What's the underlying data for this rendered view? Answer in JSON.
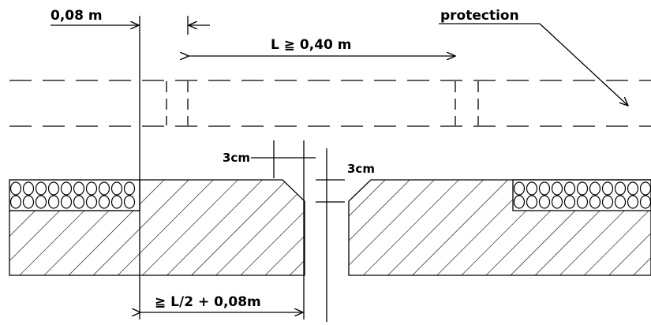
{
  "labels": {
    "cover_offset": "0,08 m",
    "min_length": "L ≧ 0,40 m",
    "protection": "protection",
    "chamfer_horizontal": "3cm",
    "chamfer_vertical": "3cm",
    "half_length": "≧ L/2 + 0,08m"
  }
}
